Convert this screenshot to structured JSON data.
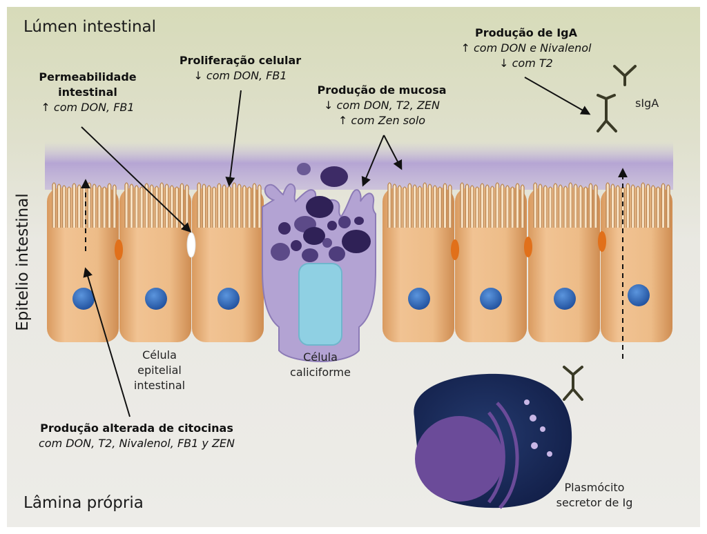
{
  "regions": {
    "lumen": "Lúmen intestinal",
    "lamina": "Lâmina própria",
    "epithelium": "Epitelio intestinal"
  },
  "annotations": {
    "permeability": {
      "title": "Permeabilidade intestinal",
      "title_line1": "Permeabilidade",
      "title_line2": "intestinal",
      "effect": "↑ com DON, FB1"
    },
    "proliferation": {
      "title": "Proliferação celular",
      "effect": "↓ com DON, FB1"
    },
    "mucus": {
      "title": "Produção de mucosa",
      "effect1": "↓ com DON, T2, ZEN",
      "effect2": "↑ com Zen solo"
    },
    "iga": {
      "title": "Produção de IgA",
      "effect1": "↑ com DON e Nivalenol",
      "effect2": "↓ com T2"
    },
    "cytokines": {
      "title": "Produção alterada de citocinas",
      "effect": "com DON, T2, Nivalenol, FB1 y ZEN"
    }
  },
  "labels": {
    "epithelial_cell": {
      "line1": "Célula",
      "line2": "epitelial",
      "line3": "intestinal"
    },
    "goblet_cell": {
      "line1": "Célula",
      "line2": "caliciforme"
    },
    "plasma_cell": {
      "line1": "Plasmócito",
      "line2": "secretor de Ig"
    },
    "siga": "sIgA"
  },
  "colors": {
    "lumen_bg": "#d9ddbf",
    "lamina_bg": "#ecebe6",
    "mucus_band": "#b7a6d3",
    "enterocyte": "#eab986",
    "nucleus": "#2f6fc0",
    "tight_junction": "#e1701a",
    "goblet": "#b3a3d3",
    "plasma_cell": "#1b2c58",
    "plasma_nucleus": "#6c4a9c",
    "antibody": "#3c3c28"
  }
}
